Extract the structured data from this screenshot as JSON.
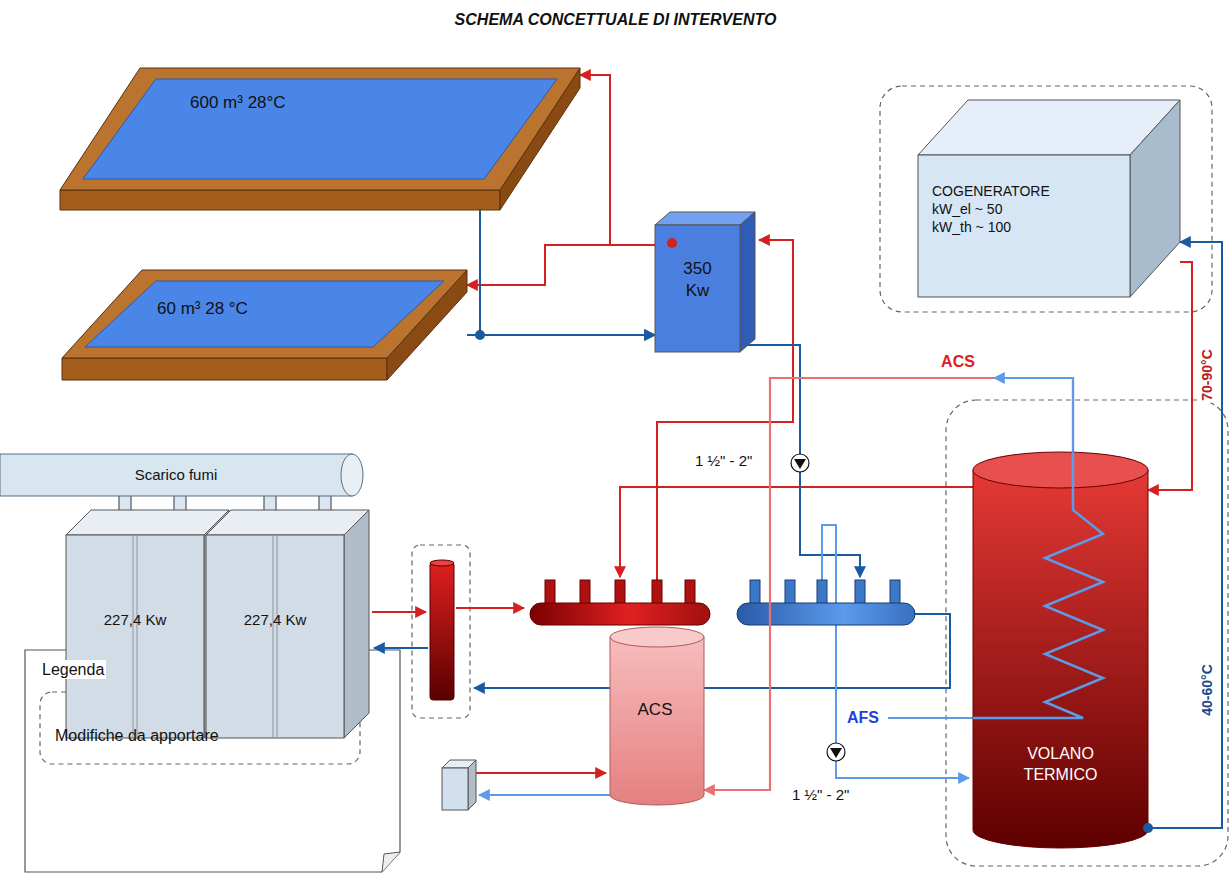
{
  "diagram": {
    "title": "SCHEMA CONCETTUALE DI INTERVENTO",
    "nodes": [
      {
        "text": [
          "600 m³ 28°C"
        ]
      },
      {
        "text": [
          "60 m³ 28 °C"
        ]
      },
      {
        "text": [
          "350 Kw"
        ]
      },
      {
        "text": [
          "COGENERATORE",
          "kW_el ~ 50",
          "kW_th ~ 100"
        ]
      },
      {
        "text": [
          "Scarico fumi"
        ]
      },
      {
        "text": [
          "227,4 Kw"
        ]
      },
      {
        "text": [
          "227,4 Kw"
        ]
      },
      {
        "text": [
          "ACS"
        ]
      },
      {
        "text": [
          "VOLANO TERMICO"
        ]
      }
    ],
    "edges": [
      {
        "from": 2,
        "to": 0,
        "arrow": "to"
      },
      {
        "from": 2,
        "to": 1,
        "arrow": "to"
      },
      {
        "from": 0,
        "to": 2,
        "arrow": "to"
      },
      {
        "from": 1,
        "to": 2,
        "arrow": "to"
      },
      {
        "from": 3,
        "to": 8,
        "label": "70-90°C",
        "arrow": "to"
      },
      {
        "from": 8,
        "to": 3,
        "label": "40-60°C",
        "arrow": "to"
      },
      {
        "from": 8,
        "to": 7,
        "label": "ACS",
        "arrow": "to"
      },
      {
        "from": 5,
        "to": 4,
        "arrow": "none"
      },
      {
        "from": 6,
        "to": 4,
        "arrow": "none"
      }
    ],
    "labels": [
      "AFS",
      "1 ½\" - 2\"",
      "1 ½\" - 2\"",
      "Legenda"
    ],
    "legend": [
      {
        "text": "Modifiche da apportare"
      }
    ]
  }
}
